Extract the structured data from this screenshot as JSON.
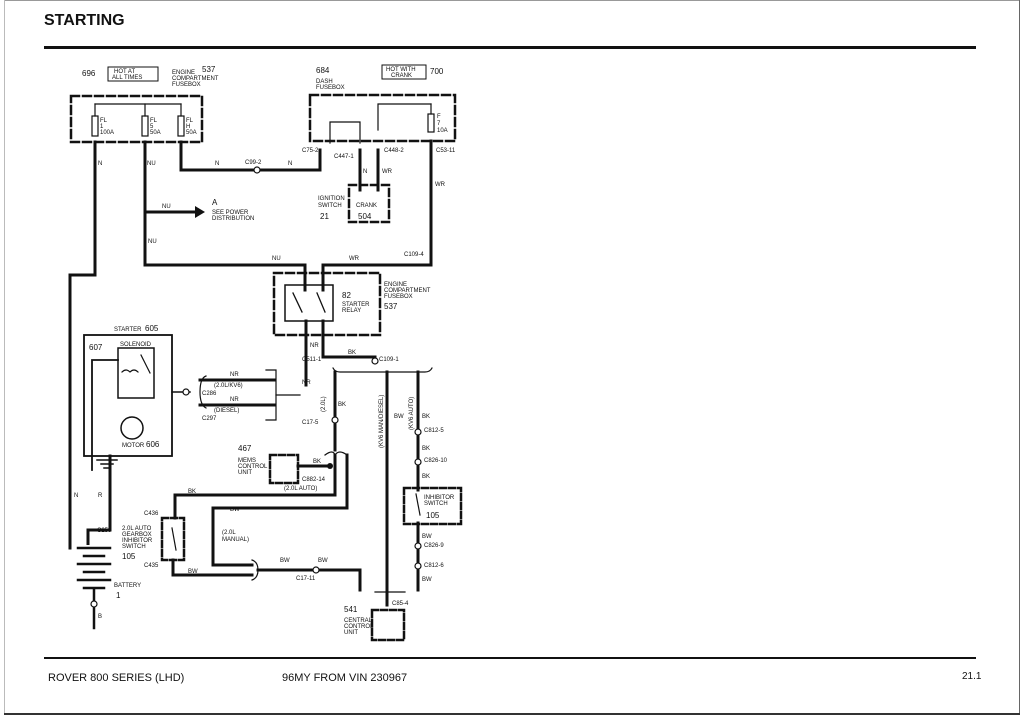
{
  "page": {
    "title": "STARTING",
    "footer_left": "ROVER 800 SERIES (LHD)",
    "footer_center": "96MY FROM VIN 230967",
    "page_number": "21.1"
  },
  "diagram": {
    "engine_fusebox": {
      "ref": "696",
      "badge": "HOT AT\nALL TIMES",
      "title": "ENGINE\nCOMPARTMENT\nFUSEBOX",
      "num": "537",
      "fuses": [
        {
          "label": "FL\n1\n100A"
        },
        {
          "label": "FL\n5\n50A"
        },
        {
          "label": "FL\nH\n50A"
        }
      ]
    },
    "dash_fusebox": {
      "ref": "684",
      "title": "DASH\nFUSEBOX",
      "badge": "HOT WITH\nCRANK",
      "num": "700",
      "fuse": "F\n7\n10A"
    },
    "connectors": {
      "c99_2": "C99-2",
      "c75_2": "C75-2",
      "c447_1": "C447-1",
      "c448_2": "C448-2",
      "c53_11": "C53-11",
      "c109_4": "C109-4",
      "c109_1": "C109-1",
      "c511_1": "C511-1",
      "c286": "C286",
      "c297": "C297",
      "c17_5": "C17-5",
      "c882_14": "C882-14",
      "c436": "C436",
      "c435": "C435",
      "c259": "C259",
      "c17_11": "C17-11",
      "c85_4": "C85-4",
      "c812_5": "C812-5",
      "c826_10": "C826-10",
      "c826_9": "C826-9",
      "c812_6": "C812-6"
    },
    "wires": {
      "n": "N",
      "nu": "NU",
      "wr": "WR",
      "nr": "NR",
      "bk": "BK",
      "bw": "BW",
      "r": "R",
      "b": "B"
    },
    "ignition_switch": {
      "title": "IGNITION\nSWITCH",
      "num": "21",
      "crank": "CRANK",
      "crank_num": "504"
    },
    "power_dist": {
      "letter": "A",
      "text": "SEE POWER\nDISTRIBUTION"
    },
    "starter_relay": {
      "num": "82",
      "title": "STARTER\nRELAY",
      "fusebox_title": "ENGINE\nCOMPARTMENT\nFUSEBOX",
      "fusebox_num": "537"
    },
    "starter": {
      "title": "STARTER",
      "num": "605",
      "solenoid_ref": "607",
      "solenoid": "SOLENOID",
      "motor": "MOTOR",
      "motor_num": "606"
    },
    "variants": {
      "kv6": "(2.0L/KV6)",
      "diesel": "(DIESEL)",
      "l20": "(2.0L)",
      "kv6_man": "(KV6 MAN/DIESEL)",
      "kv6_auto": "(KV6 AUTO)",
      "auto20": "(2.0L AUTO)",
      "manual20": "(2.0L\nMANUAL)"
    },
    "mems": {
      "ref": "467",
      "title": "MEMS\nCONTROL\nUNIT"
    },
    "gearbox_switch": {
      "title": "2.0L AUTO\nGEARBOX\nINHIBITOR\nSWITCH",
      "num": "105"
    },
    "inhibitor_switch": {
      "title": "INHIBITOR\nSWITCH",
      "num": "105"
    },
    "battery": {
      "title": "BATTERY",
      "num": "1"
    },
    "ccu": {
      "ref": "541",
      "title": "CENTRAL\nCONTROL\nUNIT"
    }
  }
}
